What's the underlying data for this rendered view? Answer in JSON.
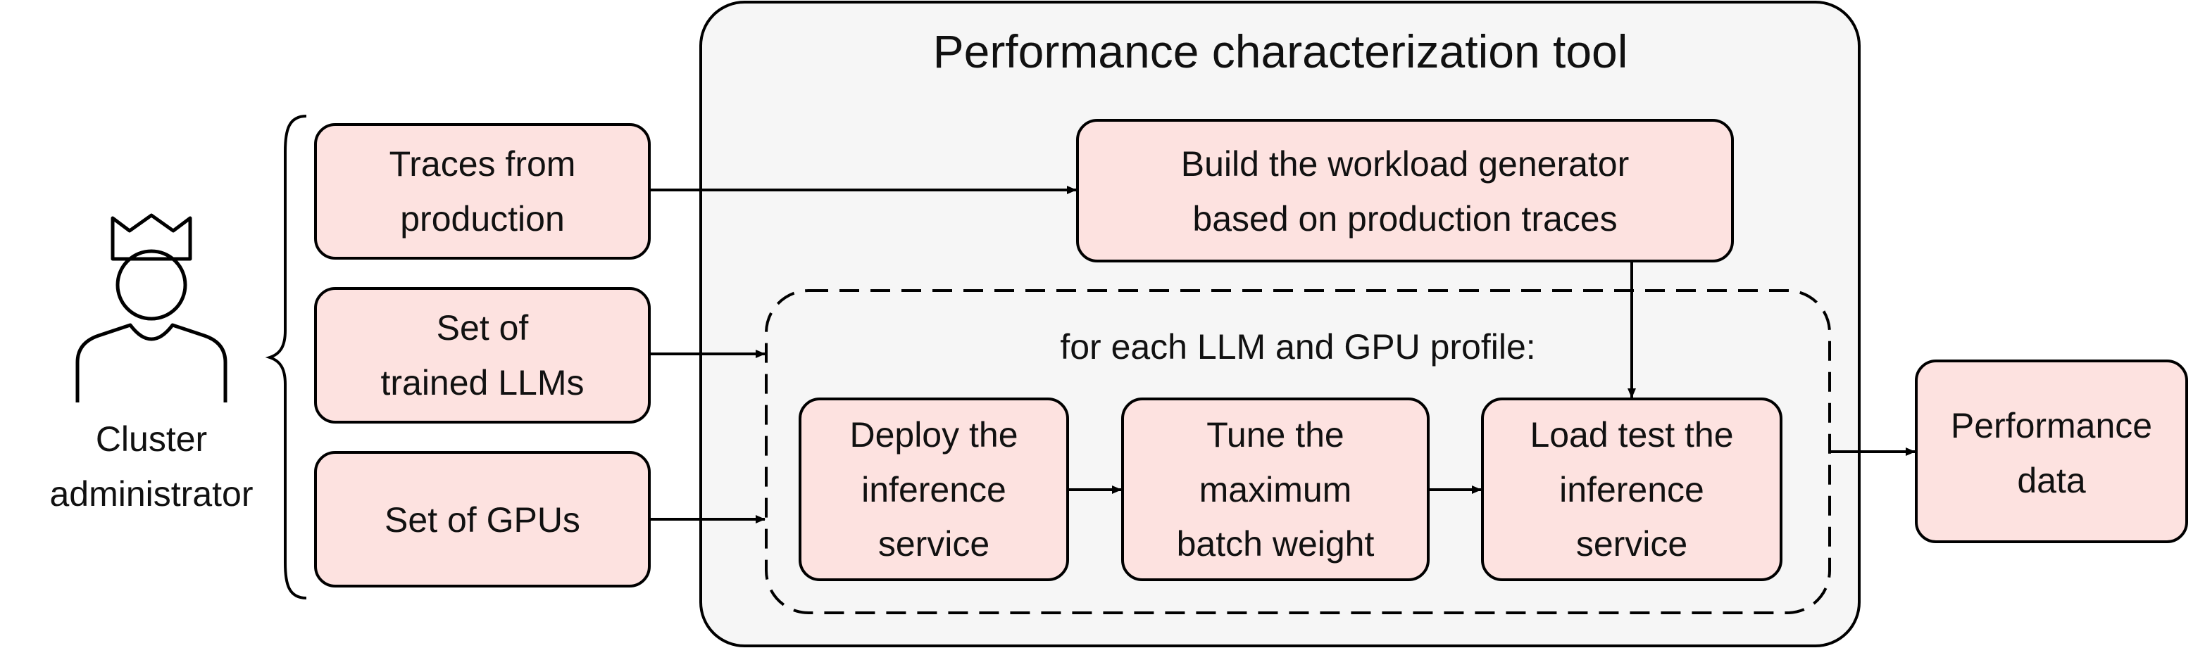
{
  "colors": {
    "box_fill": "#fde2e0",
    "panel_fill": "#f6f6f6",
    "stroke": "#000000"
  },
  "actor": {
    "icon": "admin-person-with-crown-icon",
    "label_line1": "Cluster",
    "label_line2": "administrator"
  },
  "inputs": {
    "traces": {
      "line1": "Traces from",
      "line2": "production"
    },
    "llms": {
      "line1": "Set of",
      "line2": "trained LLMs"
    },
    "gpus": {
      "line1": "Set of GPUs"
    }
  },
  "tool": {
    "title": "Performance characterization tool",
    "generator": {
      "line1": "Build the workload generator",
      "line2": "based on production traces"
    },
    "loop_label": "for each LLM and GPU profile:",
    "deploy": {
      "line1": "Deploy the",
      "line2": "inference",
      "line3": "service"
    },
    "tune": {
      "line1": "Tune the",
      "line2": "maximum",
      "line3": "batch weight"
    },
    "loadtest": {
      "line1": "Load test the",
      "line2": "inference",
      "line3": "service"
    }
  },
  "output": {
    "line1": "Performance",
    "line2": "data"
  }
}
